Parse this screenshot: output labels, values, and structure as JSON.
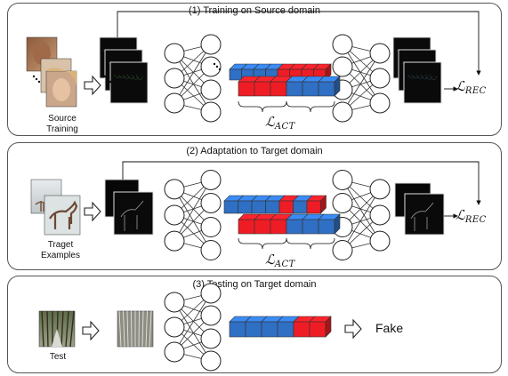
{
  "panels": [
    {
      "title": "(1) Training on Source domain",
      "input_label": "Source\nTraining",
      "loss_rec": "ℒ",
      "loss_rec_sub": "REC",
      "loss_act": "ℒ",
      "loss_act_sub": "ACT",
      "bars": [
        [
          "blue",
          "blue",
          "blue",
          "blue",
          "red",
          "red",
          "red",
          "red"
        ],
        [
          "red",
          "red",
          "red",
          "blue",
          "blue",
          "blue"
        ]
      ]
    },
    {
      "title": "(2) Adaptation to Target domain",
      "input_label": "Traget\nExamples",
      "loss_rec": "ℒ",
      "loss_rec_sub": "REC",
      "loss_act": "ℒ",
      "loss_act_sub": "ACT",
      "bars": [
        [
          "blue",
          "blue",
          "blue",
          "blue",
          "red",
          "blue",
          "red"
        ],
        [
          "red",
          "red",
          "red",
          "blue",
          "blue",
          "blue"
        ]
      ]
    },
    {
      "title": "(3) Testing on Target domain",
      "input_label": "Test",
      "output_label": "Fake",
      "bars": [
        [
          "blue",
          "blue",
          "blue",
          "blue",
          "red",
          "red"
        ]
      ]
    }
  ],
  "colors": {
    "red": "#ee1c24",
    "blue": "#2f6fc4",
    "outline": "#555555"
  }
}
